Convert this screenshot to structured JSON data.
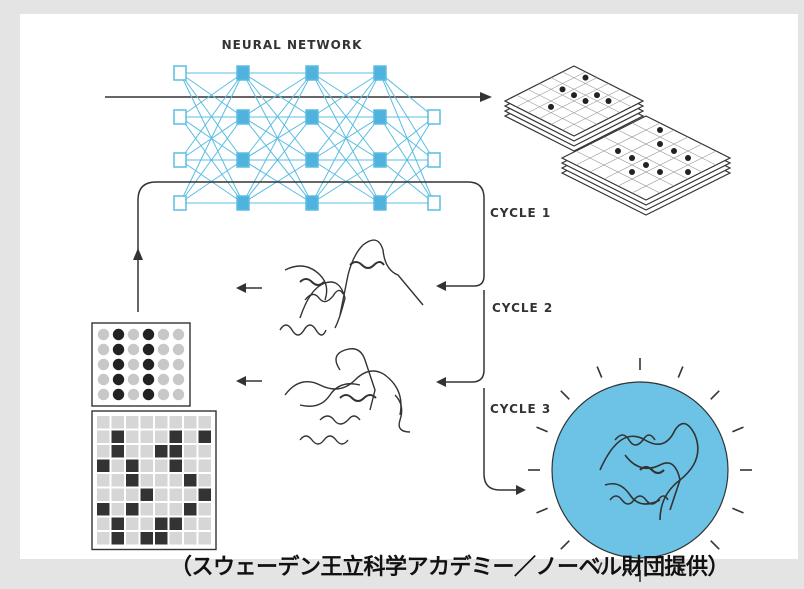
{
  "title": "NEURAL NETWORK",
  "cycles": [
    "CYCLE 1",
    "CYCLE 2",
    "CYCLE 3"
  ],
  "caption": "（スウェーデン王立科学アカデミー／ノーベル財団提供）",
  "colors": {
    "network": "#5bbde3",
    "network_node": "#4fb3dd",
    "line": "#333333",
    "protein_glow": "#6cc3e6",
    "frame": "#e4e4e4"
  },
  "feature_grid_small": [
    [
      0,
      1,
      0,
      1,
      0,
      0
    ],
    [
      0,
      1,
      0,
      1,
      0,
      0
    ],
    [
      0,
      1,
      0,
      1,
      0,
      0
    ],
    [
      0,
      1,
      0,
      1,
      0,
      0
    ],
    [
      0,
      1,
      0,
      1,
      0,
      0
    ]
  ],
  "feature_grid_large": [
    [
      0,
      0,
      0,
      0,
      0,
      0,
      0,
      0
    ],
    [
      0,
      1,
      0,
      0,
      0,
      1,
      0,
      1
    ],
    [
      0,
      1,
      0,
      0,
      1,
      1,
      0,
      0
    ],
    [
      1,
      0,
      1,
      0,
      0,
      1,
      0,
      0
    ],
    [
      0,
      0,
      1,
      0,
      0,
      0,
      1,
      0
    ],
    [
      0,
      0,
      0,
      1,
      0,
      0,
      0,
      1
    ],
    [
      1,
      0,
      1,
      0,
      0,
      0,
      1,
      0
    ],
    [
      0,
      1,
      0,
      0,
      1,
      1,
      0,
      0
    ],
    [
      0,
      1,
      0,
      1,
      1,
      0,
      0,
      0
    ]
  ],
  "network_layers": [
    4,
    4,
    4,
    4,
    3
  ]
}
